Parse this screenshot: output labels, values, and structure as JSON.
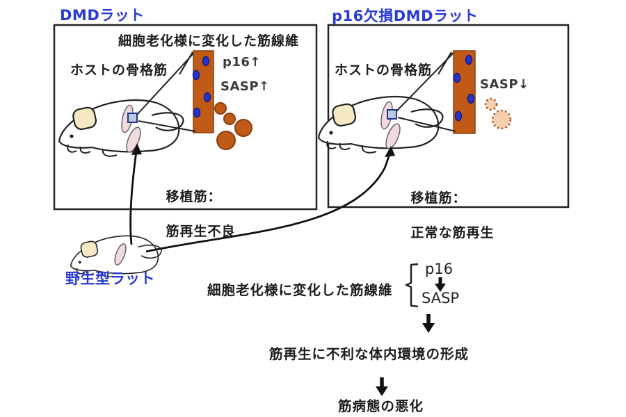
{
  "colors": {
    "title_blue": "#2a3ad4",
    "fiber_orange": "#c05a17",
    "fiber_border": "#8a3f10",
    "sasp_faded_fill": "#f6cfae",
    "sasp_faded_border": "#a0522d",
    "nucleus_blue": "#2633cc",
    "ear_cream": "#f5e8c2",
    "graft_pink": "#f0dadd",
    "line_black": "#1c1c1c"
  },
  "left_panel": {
    "title": "DMDラット",
    "caption": "細胞老化様に変化した筋線維",
    "host_label": "ホストの骨格筋",
    "p16_label": "p16↑",
    "sasp_label": "SASP↑",
    "result_line1": "移植筋：",
    "result_line2": "筋再生不良"
  },
  "right_panel": {
    "title": "p16欠損DMDラット",
    "host_label": "ホストの骨格筋",
    "sasp_label": "SASP↓",
    "result_line1": "移植筋：",
    "result_line2": "正常な筋再生"
  },
  "wild_type": {
    "label": "野生型ラット"
  },
  "flow": {
    "caption": "細胞老化様に変化した筋線維",
    "p16": "p16",
    "sasp": "SASP",
    "step1": "筋再生に不利な体内環境の形成",
    "step2": "筋病態の悪化"
  }
}
